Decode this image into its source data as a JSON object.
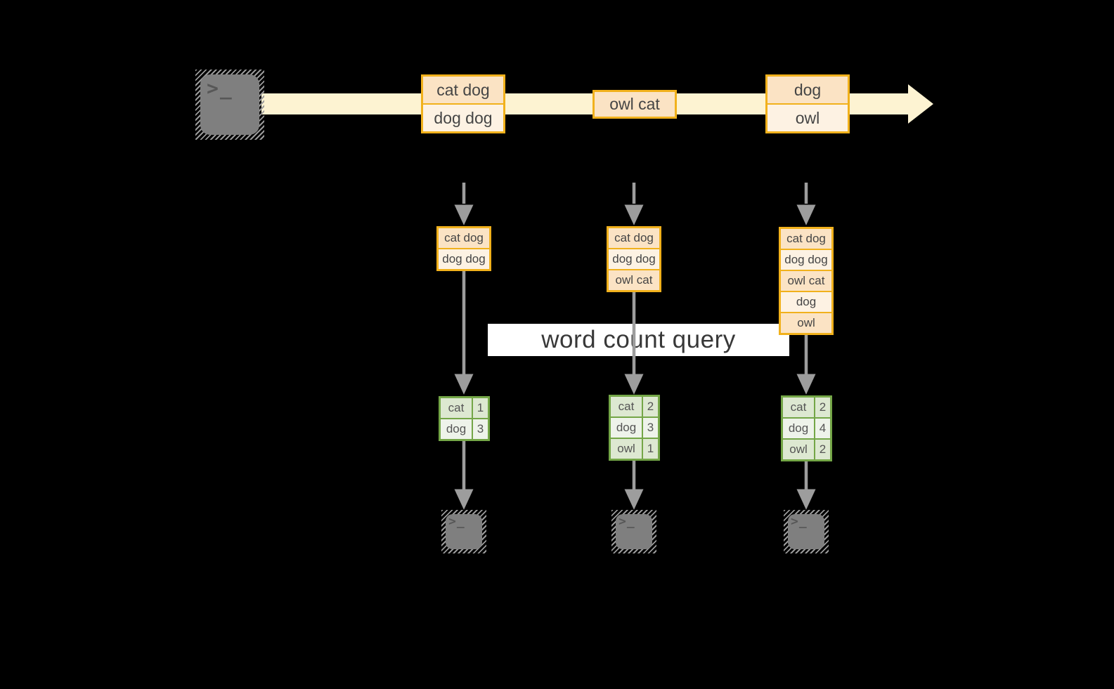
{
  "colors": {
    "background": "#000000",
    "stream_fill": "#fdf3d2",
    "event_border": "#f1b11c",
    "event_cell_dark": "#fbe3c4",
    "event_cell_light": "#fdf2e3",
    "result_border": "#74a647",
    "result_cell_dark": "#dde8d1",
    "result_cell_light": "#eef3ea",
    "arrow": "#9d9d9d",
    "terminal_fill": "#7f7f7f",
    "banner_bg": "#ffffff"
  },
  "query_label": "word count query",
  "terminal_prompt": ">_",
  "stream_events": [
    {
      "cells": [
        "cat dog",
        "dog dog"
      ]
    },
    {
      "cells": [
        "owl cat"
      ]
    },
    {
      "cells": [
        "dog",
        "owl"
      ]
    }
  ],
  "pipelines": [
    {
      "state_cells": [
        "cat dog",
        "dog dog"
      ],
      "result_rows": [
        {
          "word": "cat",
          "count": "1"
        },
        {
          "word": "dog",
          "count": "3"
        }
      ]
    },
    {
      "state_cells": [
        "cat dog",
        "dog dog",
        "owl cat"
      ],
      "result_rows": [
        {
          "word": "cat",
          "count": "2"
        },
        {
          "word": "dog",
          "count": "3"
        },
        {
          "word": "owl",
          "count": "1"
        }
      ]
    },
    {
      "state_cells": [
        "cat dog",
        "dog dog",
        "owl cat",
        "dog",
        "owl"
      ],
      "result_rows": [
        {
          "word": "cat",
          "count": "2"
        },
        {
          "word": "dog",
          "count": "4"
        },
        {
          "word": "owl",
          "count": "2"
        }
      ]
    }
  ]
}
